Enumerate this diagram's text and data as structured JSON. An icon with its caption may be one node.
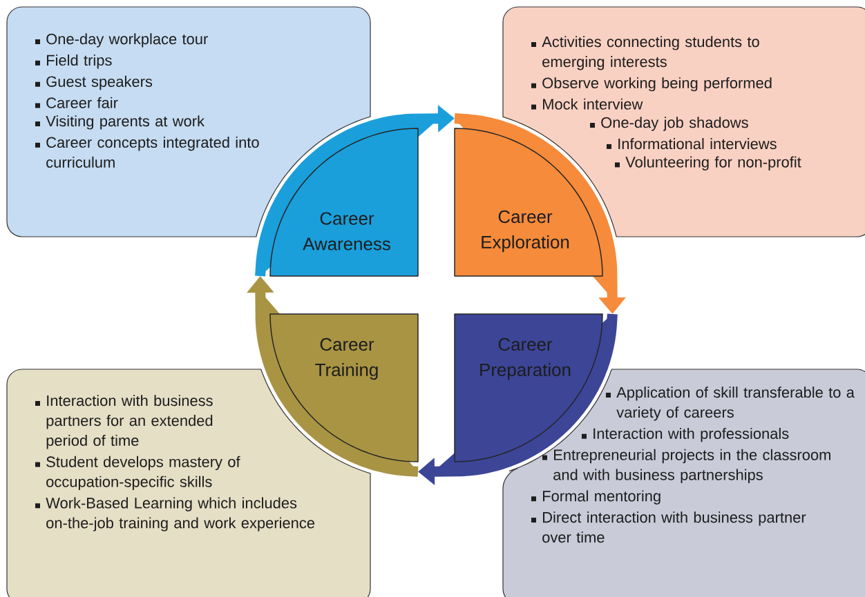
{
  "diagram": {
    "nodes": [
      {
        "text": [
          "One-day workplace tour",
          "Field trips",
          "Guest speakers",
          "Career fair",
          "Visiting parents at work",
          "Career concepts integrated into curriculum"
        ]
      },
      {
        "text": [
          "Activities connecting students to emerging interests",
          "Observe working being performed",
          "Mock interview",
          "One-day job shadows",
          "Informational interviews",
          "Volunteering for non-profit"
        ]
      },
      {
        "text": [
          "Career Awareness"
        ]
      },
      {
        "text": [
          "Career Exploration"
        ]
      },
      {
        "text": [
          "Career Training"
        ]
      },
      {
        "text": [
          "Career Preparation"
        ]
      },
      {
        "text": [
          "Interaction with business partners for an extended period of time",
          "Student develops mastery of occupation-specific skills",
          "Work-Based Learning which includes on-the-job training and work experience"
        ]
      },
      {
        "text": [
          "Application of skill transferable to a variety of careers",
          "Interaction with professionals",
          "Entrepreneurial projects in the classroom and with business partnerships",
          "Formal mentoring",
          "Direct interaction with business partner over time"
        ]
      }
    ],
    "edges": [
      {
        "from": 2,
        "to": 3,
        "arrow": "to",
        "color": "#1a9fdb"
      },
      {
        "from": 3,
        "to": 5,
        "arrow": "to",
        "color": "#f58b3b"
      },
      {
        "from": 5,
        "to": 4,
        "arrow": "to",
        "color": "#3c4596"
      },
      {
        "from": 4,
        "to": 2,
        "arrow": "to",
        "color": "#a89443"
      }
    ]
  }
}
